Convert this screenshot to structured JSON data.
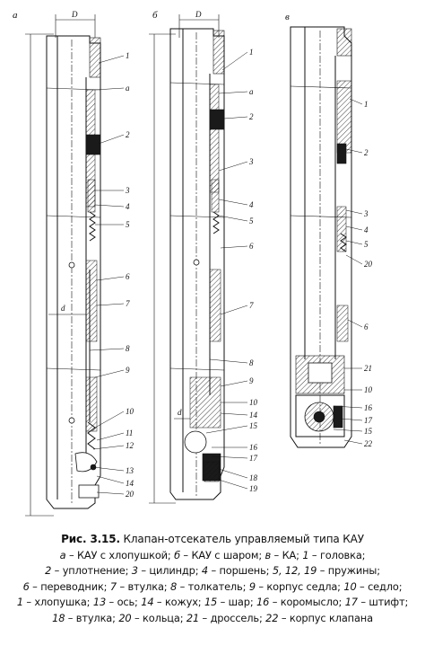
{
  "figure": {
    "panels": [
      {
        "id": "a",
        "label": "а",
        "dimension": "D"
      },
      {
        "id": "b",
        "label": "б",
        "dimension": "D"
      },
      {
        "id": "c",
        "label": "в"
      }
    ],
    "panel_a_callouts": [
      "1",
      "a",
      "2",
      "3",
      "4",
      "5",
      "6",
      "7",
      "8",
      "9",
      "10",
      "11",
      "12",
      "13",
      "14",
      "20"
    ],
    "panel_a_inner_label": "d",
    "panel_b_callouts": [
      "1",
      "a",
      "2",
      "3",
      "4",
      "5",
      "6",
      "7",
      "8",
      "9",
      "10",
      "14",
      "15",
      "16",
      "17",
      "18",
      "19"
    ],
    "panel_b_inner_label": "d",
    "panel_c_callouts": [
      "1",
      "2",
      "3",
      "4",
      "5",
      "20",
      "6",
      "21",
      "10",
      "16",
      "17",
      "15",
      "22"
    ]
  },
  "caption": {
    "fig_ref": "Рис. 3.15.",
    "title": "Клапан-отсекатель управляемый типа КАУ",
    "legend": [
      {
        "key": "а",
        "text": "КАУ с хлопушкой;"
      },
      {
        "key": "б",
        "text": "КАУ с шаром;"
      },
      {
        "key": "в",
        "text": "КА;"
      },
      {
        "key": "1",
        "text": "головка;"
      },
      {
        "key": "2",
        "text": "уплотнение;"
      },
      {
        "key": "3",
        "text": "цилиндр;"
      },
      {
        "key": "4",
        "text": "поршень;"
      },
      {
        "key": "5, 12, 19",
        "text": "пружины;"
      },
      {
        "key": "6",
        "text": "переводник;"
      },
      {
        "key": "7",
        "text": "втулка;"
      },
      {
        "key": "8",
        "text": "толкатель;"
      },
      {
        "key": "9",
        "text": "корпус седла;"
      },
      {
        "key": "10",
        "text": "седло;"
      },
      {
        "key": "1",
        "text": "хлопушка;"
      },
      {
        "key": "13",
        "text": "ось;"
      },
      {
        "key": "14",
        "text": "кожух;"
      },
      {
        "key": "15",
        "text": "шар;"
      },
      {
        "key": "16",
        "text": "коромысло;"
      },
      {
        "key": "17",
        "text": "штифт;"
      },
      {
        "key": "18",
        "text": "втулка;"
      },
      {
        "key": "20",
        "text": "кольца;"
      },
      {
        "key": "21",
        "text": "дроссель;"
      },
      {
        "key": "22",
        "text": "корпус клапана"
      }
    ]
  }
}
